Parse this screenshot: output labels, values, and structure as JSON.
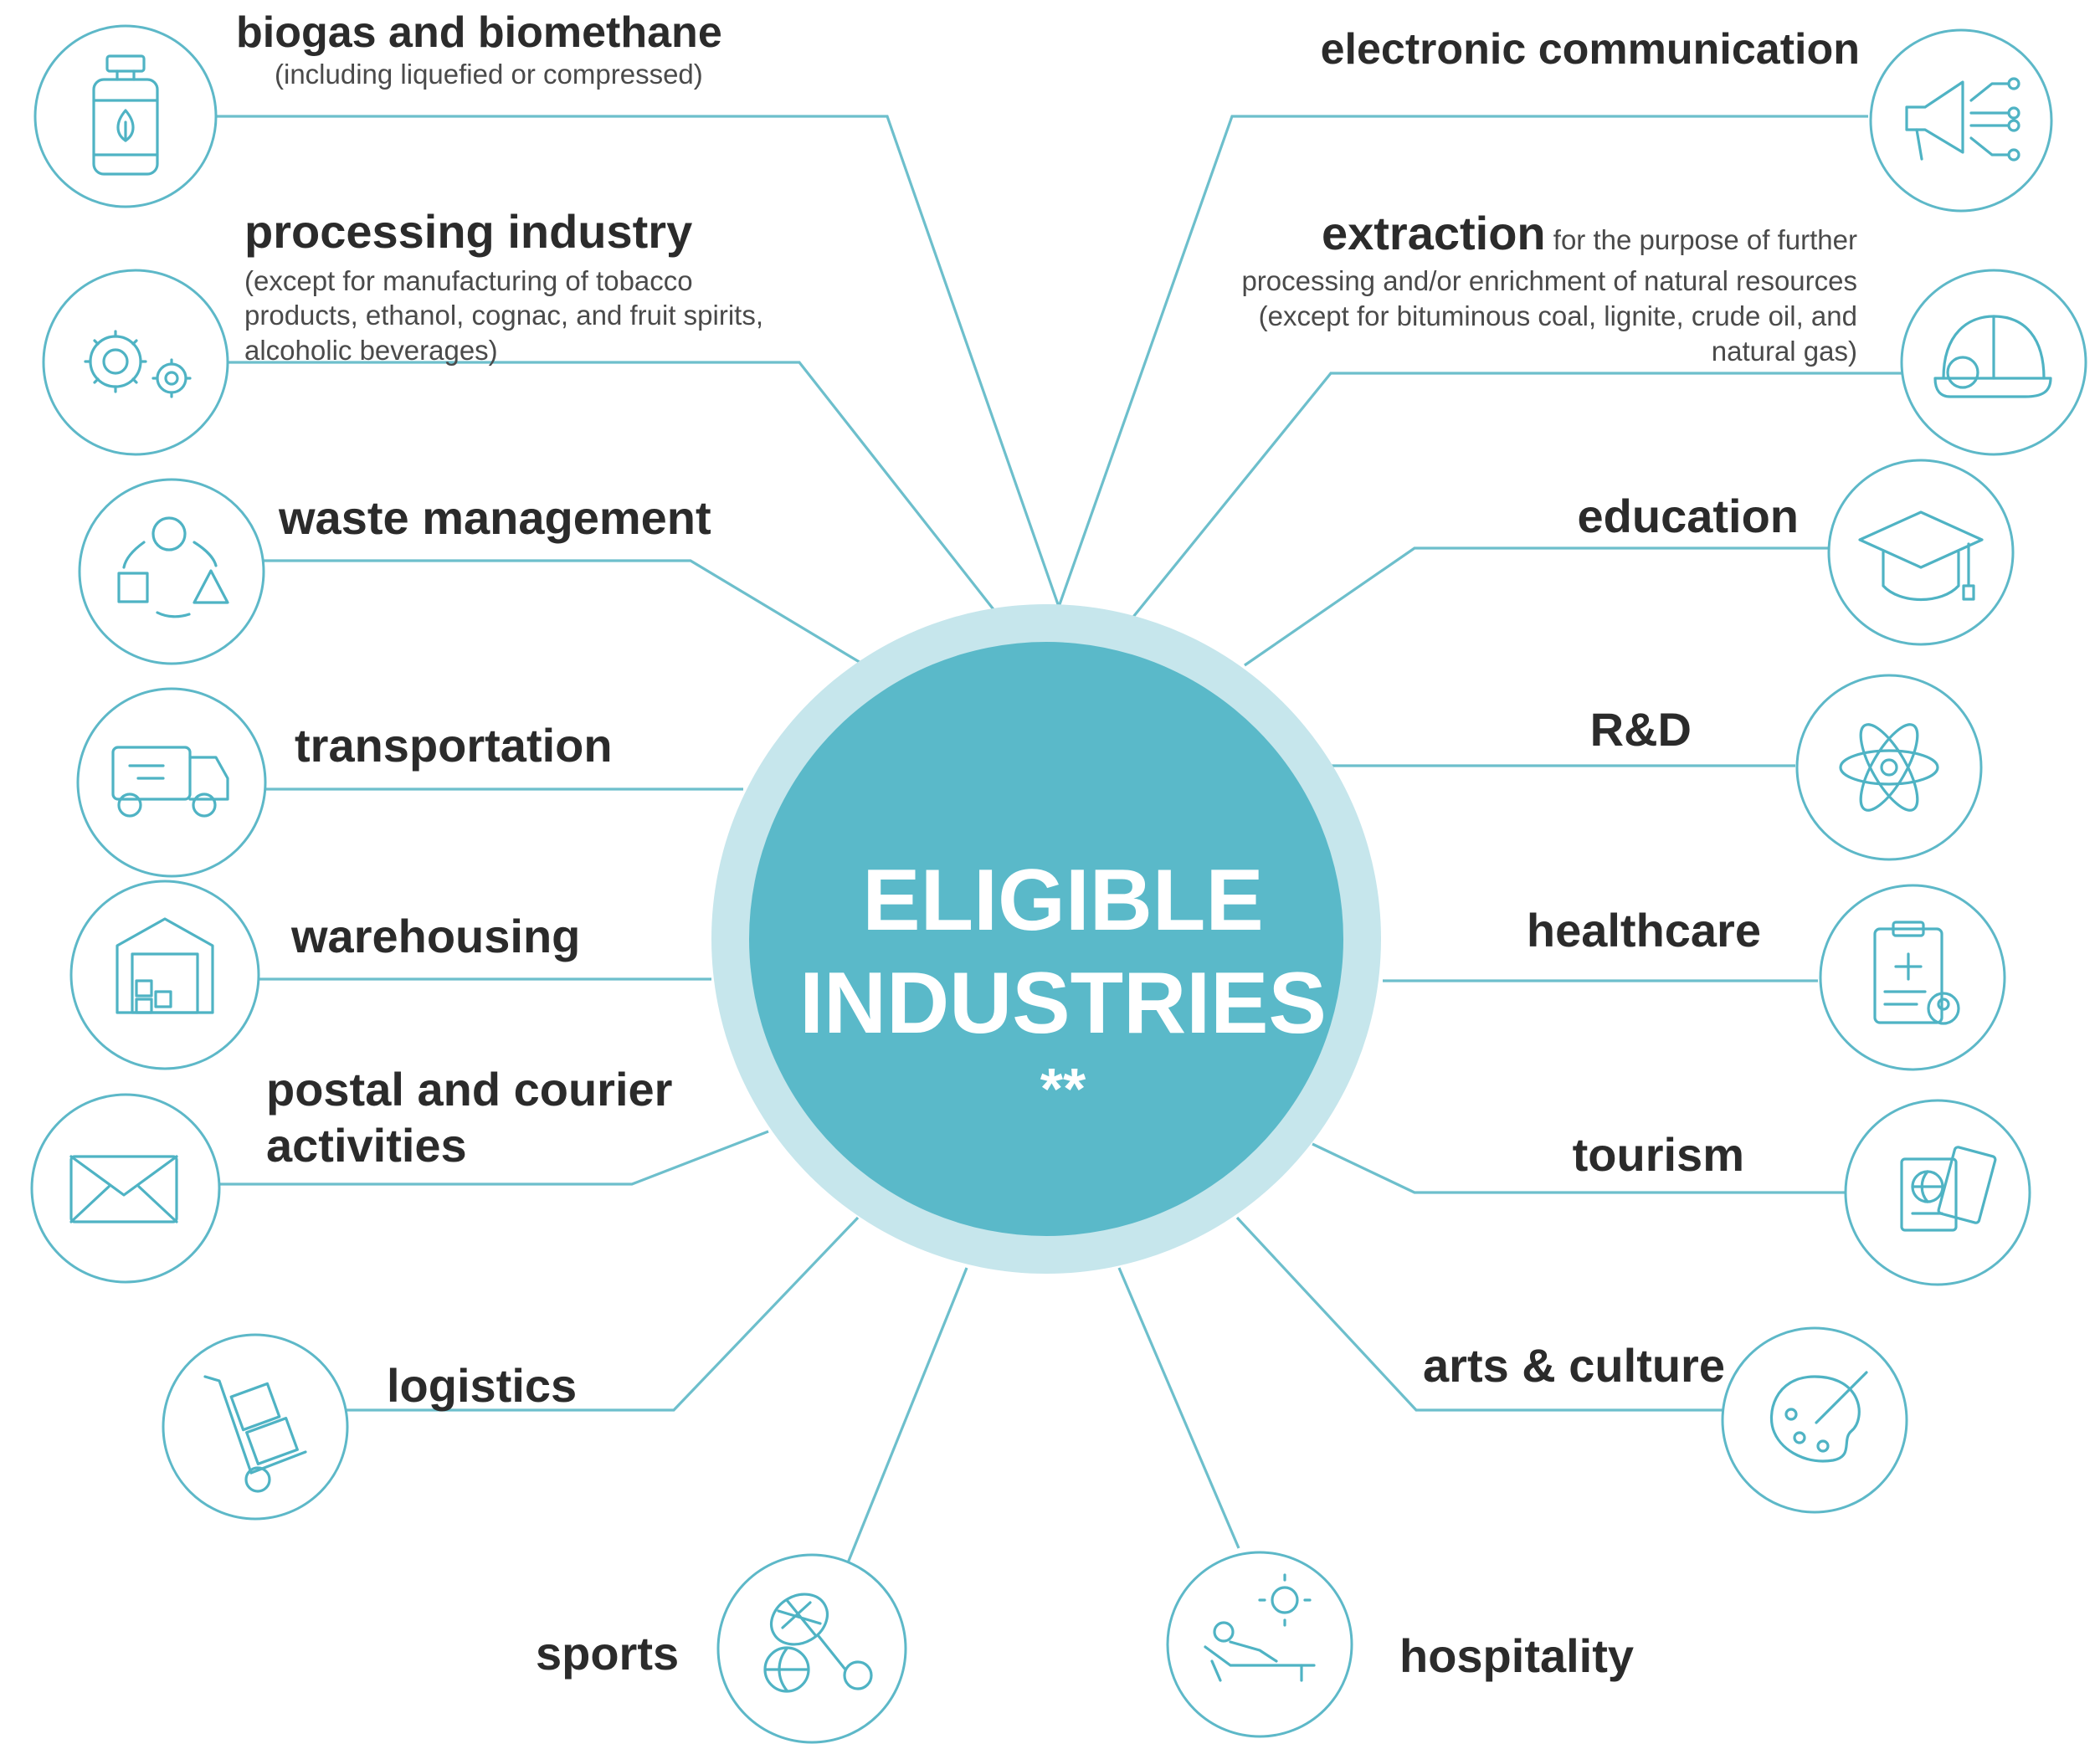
{
  "hub": {
    "line1": "ELIGIBLE",
    "line2": "INDUSTRIES",
    "stars": "**"
  },
  "colors": {
    "accent": "#5ab9c9",
    "ring": "#c6e6ec",
    "line": "#6dbfcc",
    "text": "#2b2b2b"
  },
  "industries": [
    {
      "label": "biogas and biomethane",
      "note": "(including liquefied or compressed)",
      "icon": "gas-cylinder-icon"
    },
    {
      "label": "processing industry",
      "note": "(except for manufacturing of tobacco products, ethanol, cognac, and fruit spirits, alcoholic beverages)",
      "icon": "gears-icon"
    },
    {
      "label": "waste management",
      "icon": "recycle-shapes-icon"
    },
    {
      "label": "transportation",
      "icon": "delivery-truck-icon"
    },
    {
      "label": "warehousing",
      "icon": "warehouse-icon"
    },
    {
      "label": "postal and courier activities",
      "icon": "envelope-icon"
    },
    {
      "label": "logistics",
      "icon": "hand-truck-icon"
    },
    {
      "label": "sports",
      "icon": "sports-equipment-icon"
    },
    {
      "label": "electronic communication",
      "icon": "megaphone-network-icon"
    },
    {
      "label": "extraction",
      "note": "for the purpose of further processing and/or enrichment of natural resources (except for bituminous coal, lignite, crude oil, and  natural gas)",
      "icon": "hard-hat-icon"
    },
    {
      "label": "education",
      "icon": "graduation-cap-icon"
    },
    {
      "label": "R&D",
      "icon": "atom-icon"
    },
    {
      "label": "healthcare",
      "icon": "medical-clipboard-icon"
    },
    {
      "label": "tourism",
      "icon": "passport-icon"
    },
    {
      "label": "arts & culture",
      "icon": "palette-icon"
    },
    {
      "label": "hospitality",
      "icon": "sunbed-icon"
    }
  ]
}
